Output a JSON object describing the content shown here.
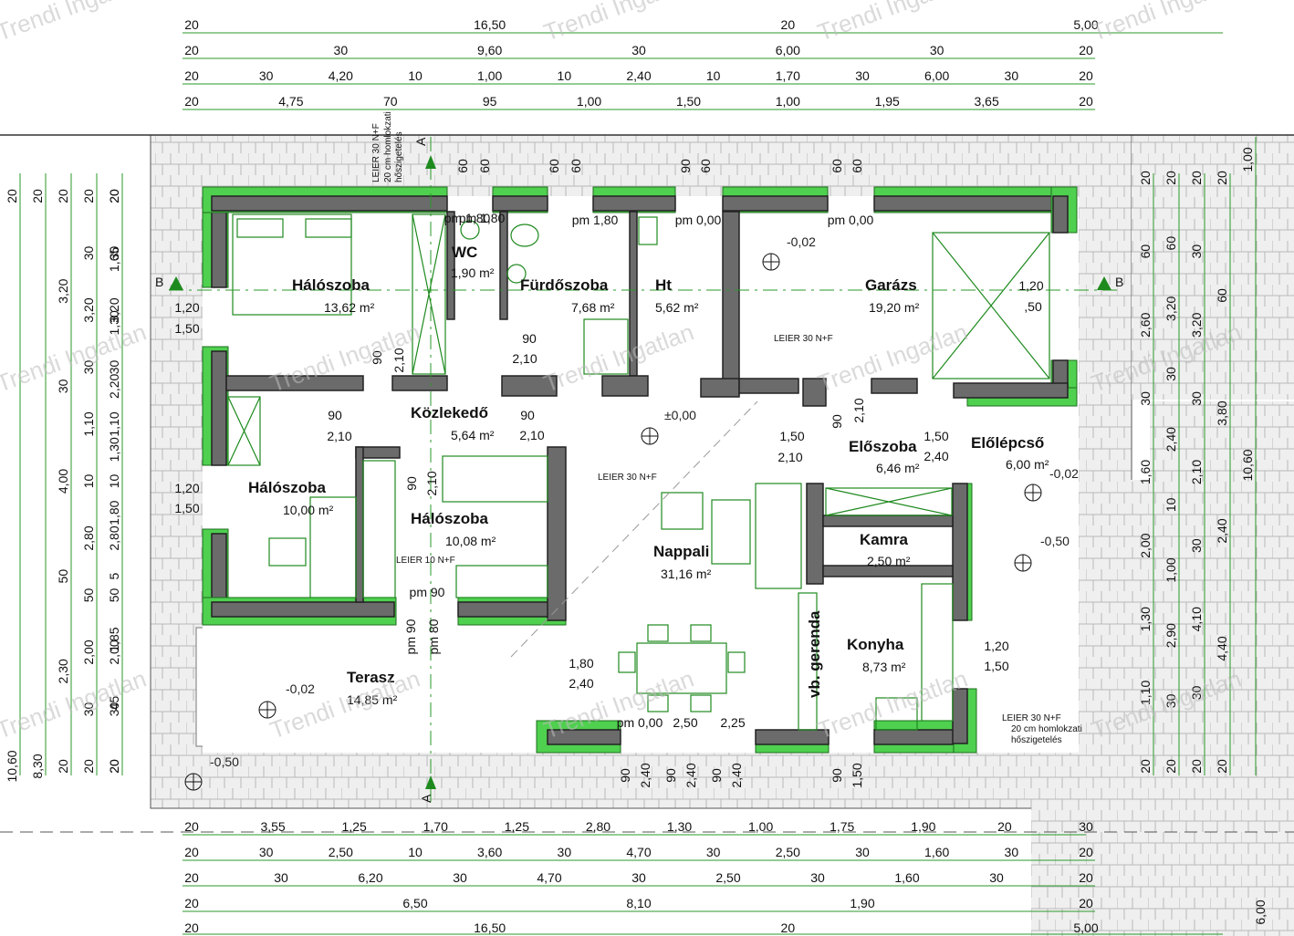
{
  "drawing": {
    "watermark": "Trendi Ingatlan",
    "section_markers": [
      "A",
      "B"
    ],
    "colors": {
      "insulation": "#4fd04f",
      "wall": "#6b6b6b",
      "dim_line": "#2a9a2a",
      "paving": "#d9d9d9"
    }
  },
  "rooms": [
    {
      "name": "Hálószoba",
      "area": "13,62 m²"
    },
    {
      "name": "WC",
      "area": "1,90 m²"
    },
    {
      "name": "Fürdőszoba",
      "area": "7,68 m²"
    },
    {
      "name": "Ht",
      "area": "5,62 m²"
    },
    {
      "name": "Garázs",
      "area": "19,20 m²"
    },
    {
      "name": "Közlekedő",
      "area": "5,64 m²"
    },
    {
      "name": "Hálószoba",
      "area": "10,00 m²"
    },
    {
      "name": "Hálószoba",
      "area": "10,08 m²"
    },
    {
      "name": "Nappali",
      "area": "31,16 m²"
    },
    {
      "name": "Előszoba",
      "area": "6,46 m²"
    },
    {
      "name": "Előlépcső",
      "area": "6,00 m²"
    },
    {
      "name": "Kamra",
      "area": "2,50 m²"
    },
    {
      "name": "Konyha",
      "area": "8,73 m²"
    },
    {
      "name": "Terasz",
      "area": "14,85 m²"
    }
  ],
  "levels": [
    "±0,00",
    "-0,02",
    "-0,02",
    "-0,02",
    "-0,50",
    "-0,50"
  ],
  "notes": [
    "LEIER 30 N+F",
    "20 cm homlokzati",
    "hőszigetelés",
    "LEIER 30 N+F",
    "LEIER 30 N+F",
    "LEIER 10 N+F",
    "vb. gerenda",
    "LEIER 30 N+F",
    "20 cm homlokzati",
    "hőszigetelés"
  ],
  "door_labels": [
    "90",
    "2,10",
    "90",
    "2,10",
    "90",
    "2,10",
    "90",
    "2,10",
    "90",
    "2,10",
    "1,50",
    "2,10",
    "90",
    "2,10",
    "1,50",
    "2,40",
    "1,80",
    "2,40",
    "1,20",
    "1,50",
    "1,20",
    "1,50",
    "1,20",
    "1,50",
    "pm 90",
    "pm 80",
    "pm 90",
    "pm 1,80",
    "pm 1,80",
    "pm 1,80",
    "pm 0,00",
    "pm 0,00",
    "pm 0,00",
    "2,50",
    "2,25",
    "1,20",
    ",50"
  ],
  "top_dims": [
    [
      "20",
      "16,50",
      "20",
      "5,00"
    ],
    [
      "20",
      "30",
      "9,60",
      "30",
      "6,00",
      "30",
      "20"
    ],
    [
      "20",
      "30",
      "4,20",
      "10",
      "1,00",
      "10",
      "2,40",
      "10",
      "1,70",
      "30",
      "6,00",
      "30",
      "20"
    ],
    [
      "20",
      "4,75",
      "70",
      "95",
      "1,00",
      "1,50",
      "1,00",
      "1,95",
      "3,65",
      "20"
    ]
  ],
  "bottom_dims": [
    [
      "20",
      "3,55",
      "1,25",
      "1,70",
      "1,25",
      "2,80",
      "1,30",
      "1,00",
      "1,75",
      "1,90",
      "20",
      "30"
    ],
    [
      "20",
      "30",
      "2,50",
      "10",
      "3,60",
      "30",
      "4,70",
      "30",
      "2,50",
      "30",
      "1,60",
      "30",
      "20"
    ],
    [
      "20",
      "30",
      "6,20",
      "30",
      "4,70",
      "30",
      "2,50",
      "30",
      "1,60",
      "30",
      "20"
    ],
    [
      "20",
      "6,50",
      "8,10",
      "1,90",
      "20"
    ],
    [
      "20",
      "16,50",
      "20",
      "5,00"
    ]
  ],
  "left_dims": [
    [
      "20",
      "10,60"
    ],
    [
      "20",
      "8,30"
    ],
    [
      "20",
      "3,20",
      "30",
      "4,00",
      "50",
      "2,30",
      "20"
    ],
    [
      "20",
      "30",
      "3,20",
      "30",
      "1,10",
      "10",
      "2,80",
      "50",
      "2,00",
      "30",
      "20"
    ],
    [
      "20",
      "30",
      "3,20",
      "30",
      "1,10",
      "10",
      "2,80",
      "50",
      "2,00",
      "30",
      "20"
    ],
    [
      "20",
      "1,65",
      "1,30",
      "2,20",
      "1,30",
      "1,80",
      "5",
      "1,85",
      "45",
      "20"
    ]
  ],
  "right_dims": [
    [
      "20",
      "60",
      "2,60",
      "30",
      "1,60",
      "2,00",
      "1,30",
      "1,10",
      "20"
    ],
    [
      "20",
      "60",
      "3,20",
      "30",
      "2,40",
      "10",
      "1,00",
      "2,90",
      "30",
      "20"
    ],
    [
      "20",
      "30",
      "3,20",
      "30",
      "2,10",
      "30",
      "4,10",
      "30",
      "20"
    ],
    [
      "20",
      "60",
      "3,80",
      "2,40",
      "4,40",
      "20"
    ],
    [
      "1,00",
      "10,60"
    ],
    [
      "6,00"
    ]
  ],
  "bottom_opening_dims": [
    "90",
    "2,40",
    "90",
    "2,40",
    "90",
    "2,40",
    "90",
    "1,50"
  ],
  "top_opening_dims": [
    "60",
    "60",
    "60",
    "60",
    "90",
    "60",
    "60",
    "60"
  ]
}
